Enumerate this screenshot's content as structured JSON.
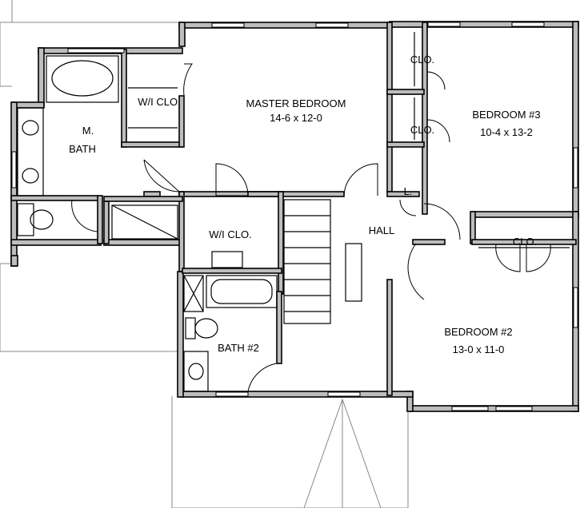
{
  "rooms": {
    "wi_clo_master": "W/I CLO.",
    "master_name": "MASTER BEDROOM",
    "master_size": "14-6 x 12-0",
    "clo_1": "CLO.",
    "clo_2": "CLO.",
    "bed3_name": "BEDROOM #3",
    "bed3_size": "10-4 x 13-2",
    "mbath_1": "M.",
    "mbath_2": "BATH",
    "linen": "L.",
    "hall": "HALL",
    "wi_clo_hall": "W/I CLO.",
    "clo_bed2": "CLO.",
    "bed2_name": "BEDROOM #2",
    "bed2_size": "13-0 x 11-0",
    "bath2": "BATH #2"
  },
  "colors": {
    "wall_fill": "#bdbdbd",
    "line": "#000000",
    "roof_line": "#888888"
  }
}
